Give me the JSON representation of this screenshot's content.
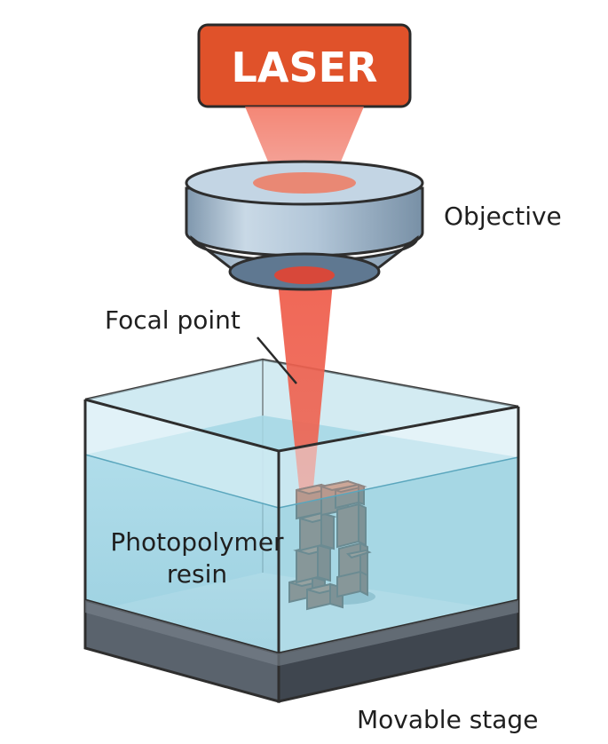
{
  "labels": {
    "laser": "LASER",
    "objective": "Objective",
    "focal_point": "Focal point",
    "resin_line1": "Photopolymer",
    "resin_line2": "resin",
    "stage": "Movable stage"
  },
  "colors": {
    "laser_box": "#e0522a",
    "beam": "#f05a4a",
    "resin": "#8fcfe0",
    "glass": "#d8eef6",
    "lens_body": "#a9bfd4",
    "structure": "#9a4a2c",
    "stage_base": "#4a525c"
  }
}
